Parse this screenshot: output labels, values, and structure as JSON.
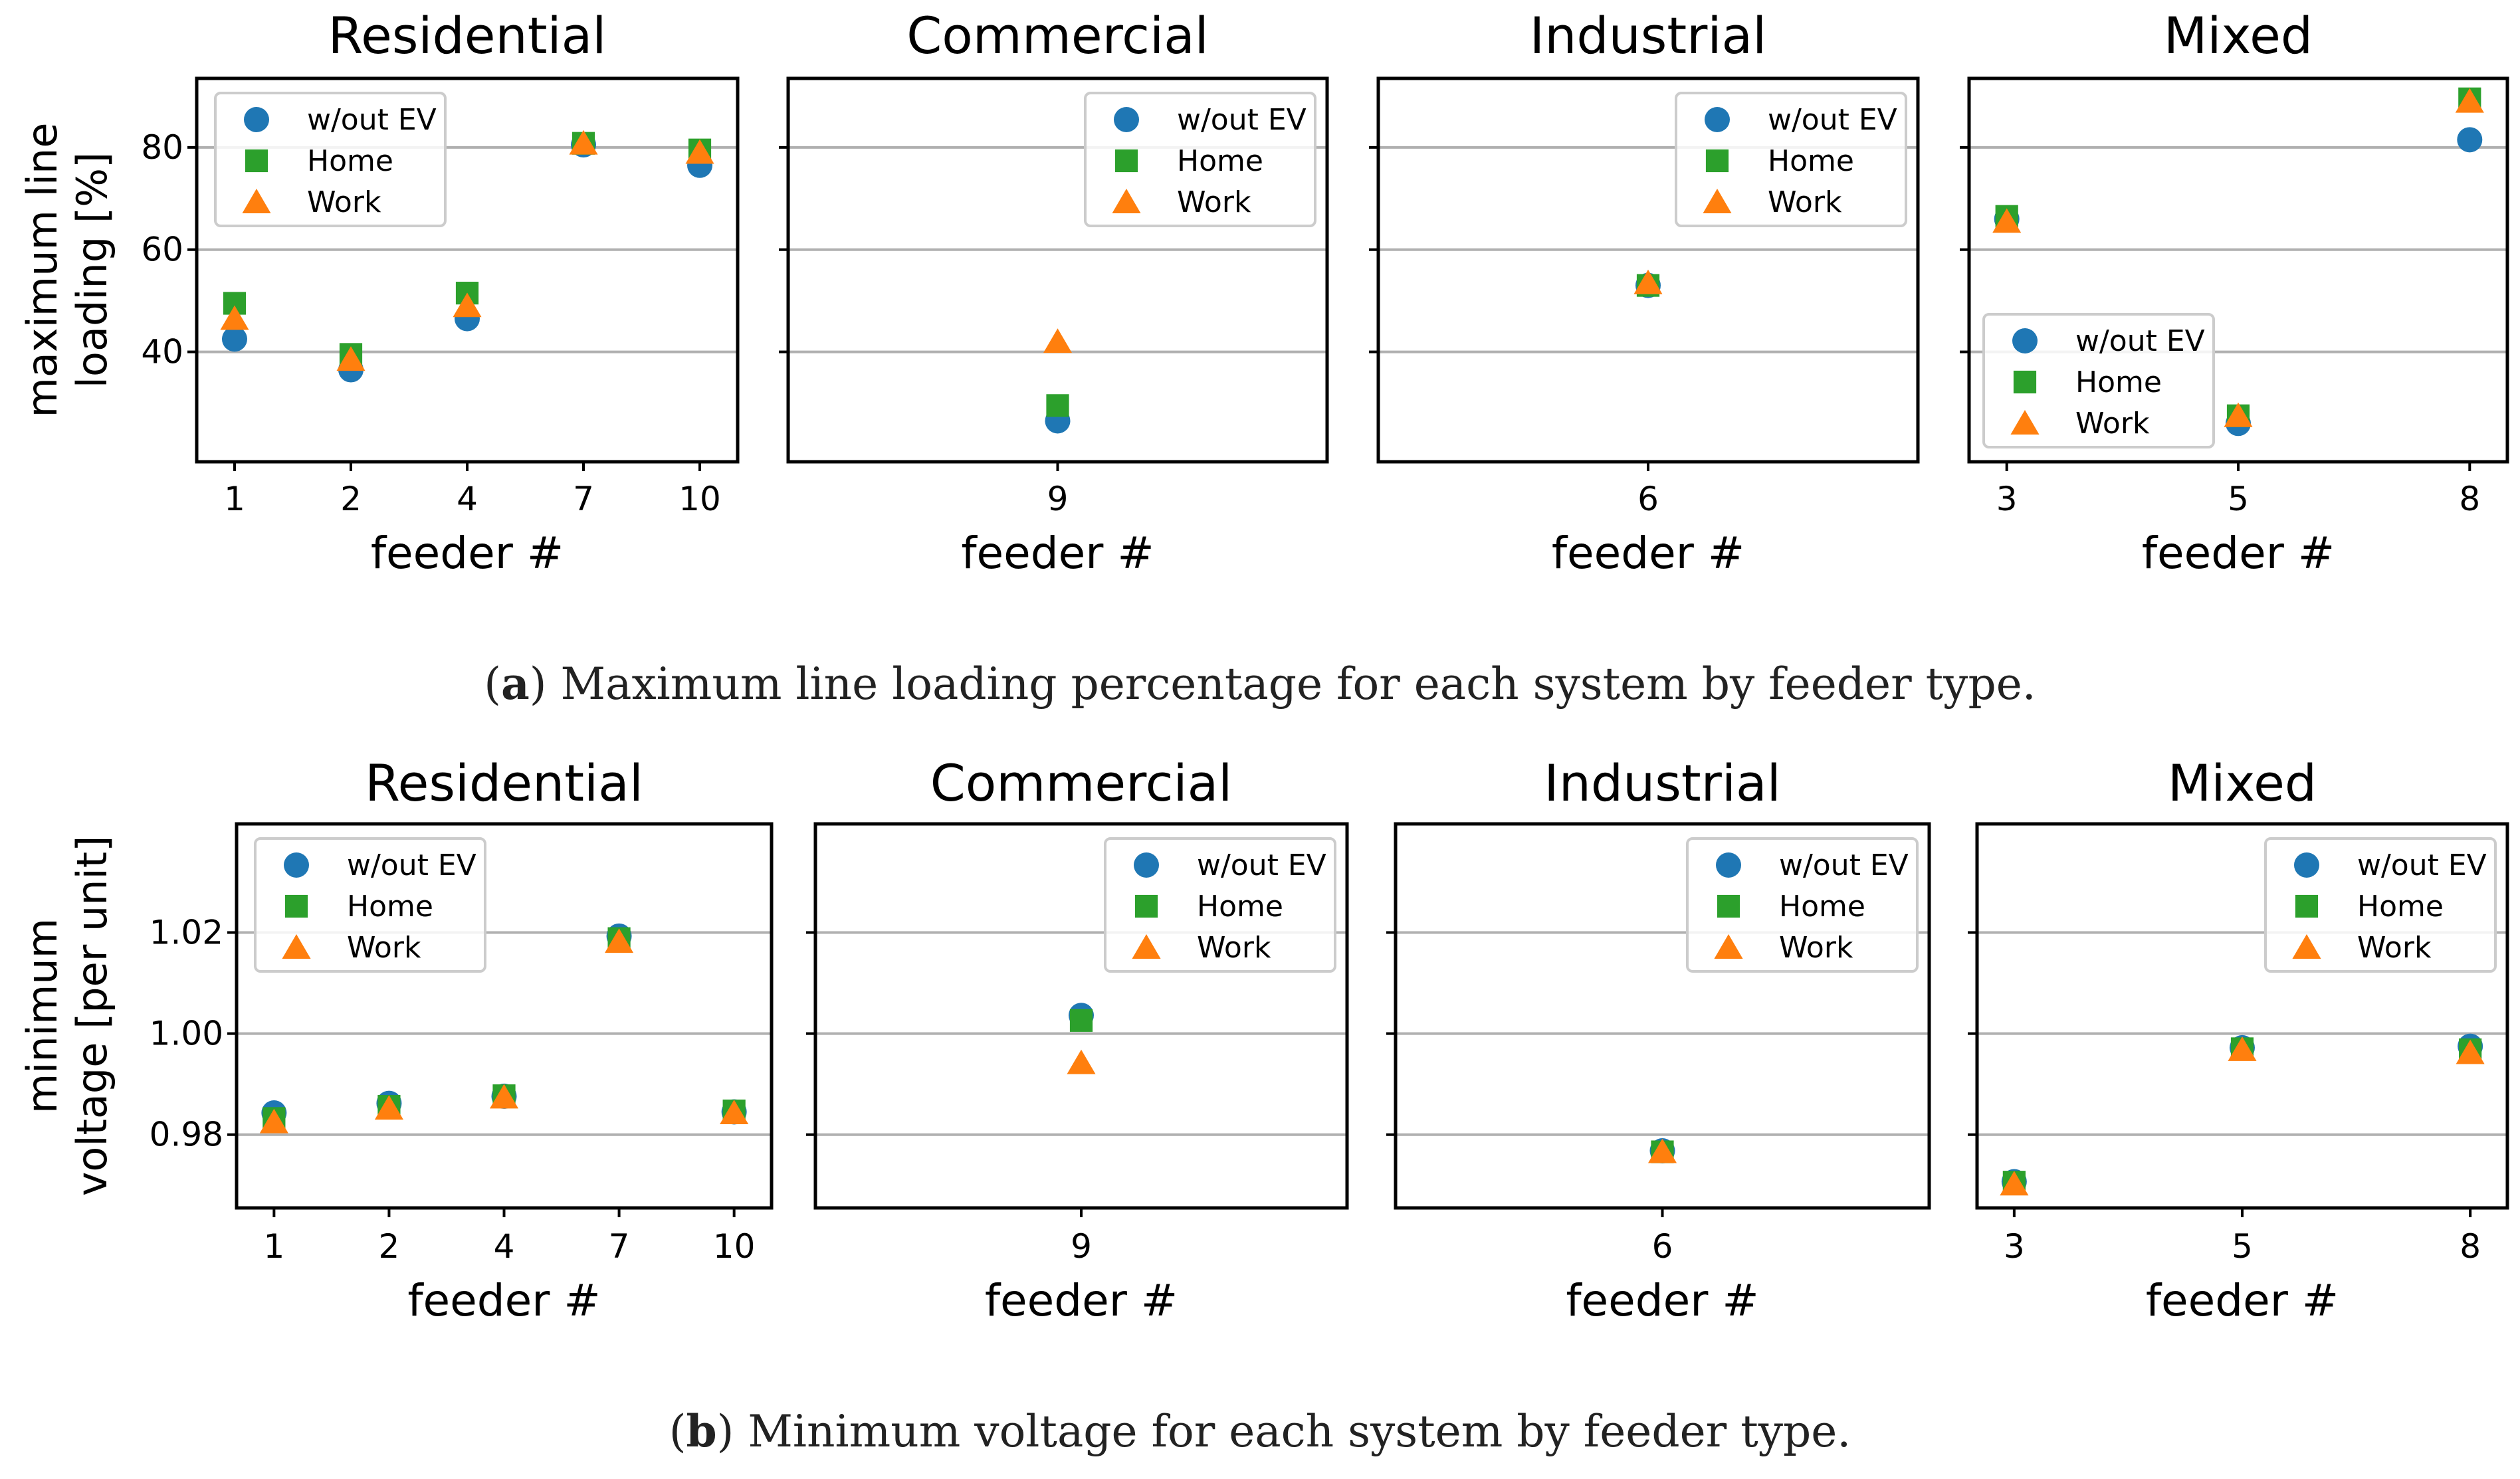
{
  "colors": {
    "wout_ev": "#1f77b4",
    "home": "#2ca02c",
    "work": "#ff7f0e",
    "grid": "#b0b0b0"
  },
  "legend_labels": [
    "w/out EV",
    "Home",
    "Work"
  ],
  "captions": {
    "a_letter": "a",
    "a_text": "Maximum line loading percentage for each system by feeder type.",
    "b_letter": "b",
    "b_text": "Minimum voltage for each system by feeder type."
  },
  "chart_data": [
    {
      "type": "scatter",
      "row": "a",
      "ylabel_lines": [
        "maximum line",
        "loading [%]"
      ],
      "yticks": [
        40,
        60,
        80
      ],
      "tick_labels": [
        "40",
        "60",
        "80"
      ],
      "ylim": [
        18.5,
        93.5
      ],
      "grid": "horizontal",
      "panels": [
        {
          "title": "Residential",
          "xlabel": "feeder #",
          "categories": [
            "1",
            "2",
            "4",
            "7",
            "10"
          ],
          "legend": "top-left",
          "series": [
            {
              "name": "w/out EV",
              "marker": "circle",
              "values": [
                42.5,
                36.5,
                46.5,
                80.5,
                76.5
              ]
            },
            {
              "name": "Home",
              "marker": "square",
              "values": [
                49.5,
                39.5,
                51.5,
                80.8,
                79.5
              ]
            },
            {
              "name": "Work",
              "marker": "triangle",
              "values": [
                46.5,
                38.5,
                49.0,
                80.8,
                79.0
              ]
            }
          ]
        },
        {
          "title": "Commercial",
          "xlabel": "feeder #",
          "categories": [
            "9"
          ],
          "legend": "top-right",
          "series": [
            {
              "name": "w/out EV",
              "marker": "circle",
              "values": [
                26.5
              ]
            },
            {
              "name": "Home",
              "marker": "square",
              "values": [
                29.5
              ]
            },
            {
              "name": "Work",
              "marker": "triangle",
              "values": [
                42.0
              ]
            }
          ]
        },
        {
          "title": "Industrial",
          "xlabel": "feeder #",
          "categories": [
            "6"
          ],
          "legend": "top-right",
          "series": [
            {
              "name": "w/out EV",
              "marker": "circle",
              "values": [
                53.0
              ]
            },
            {
              "name": "Home",
              "marker": "square",
              "values": [
                53.0
              ]
            },
            {
              "name": "Work",
              "marker": "triangle",
              "values": [
                53.5
              ]
            }
          ]
        },
        {
          "title": "Mixed",
          "xlabel": "feeder #",
          "categories": [
            "3",
            "5",
            "8"
          ],
          "legend": "bottom-left",
          "series": [
            {
              "name": "w/out EV",
              "marker": "circle",
              "values": [
                66.0,
                26.0,
                81.5
              ]
            },
            {
              "name": "Home",
              "marker": "square",
              "values": [
                66.5,
                27.5,
                89.5
              ]
            },
            {
              "name": "Work",
              "marker": "triangle",
              "values": [
                65.5,
                27.5,
                89.0
              ]
            }
          ]
        }
      ]
    },
    {
      "type": "scatter",
      "row": "b",
      "ylabel_lines": [
        "minimum",
        "voltage [per unit]"
      ],
      "yticks": [
        0.98,
        1.0,
        1.02
      ],
      "tick_labels": [
        "0.98",
        "1.00",
        "1.02"
      ],
      "ylim": [
        0.9655,
        1.0415
      ],
      "grid": "horizontal",
      "panels": [
        {
          "title": "Residential",
          "xlabel": "feeder #",
          "categories": [
            "1",
            "2",
            "4",
            "7",
            "10"
          ],
          "legend": "top-left",
          "series": [
            {
              "name": "w/out EV",
              "marker": "circle",
              "values": [
                0.9843,
                0.9862,
                0.9876,
                1.0193,
                0.9845
              ]
            },
            {
              "name": "Home",
              "marker": "square",
              "values": [
                0.9832,
                0.9856,
                0.9877,
                1.0188,
                0.9847
              ]
            },
            {
              "name": "Work",
              "marker": "triangle",
              "values": [
                0.9825,
                0.9852,
                0.9874,
                1.0182,
                0.9843
              ]
            }
          ]
        },
        {
          "title": "Commercial",
          "xlabel": "feeder #",
          "categories": [
            "9"
          ],
          "legend": "top-right",
          "series": [
            {
              "name": "w/out EV",
              "marker": "circle",
              "values": [
                1.0036
              ]
            },
            {
              "name": "Home",
              "marker": "square",
              "values": [
                1.0026
              ]
            },
            {
              "name": "Work",
              "marker": "triangle",
              "values": [
                0.9942
              ]
            }
          ]
        },
        {
          "title": "Industrial",
          "xlabel": "feeder #",
          "categories": [
            "6"
          ],
          "legend": "top-right",
          "series": [
            {
              "name": "w/out EV",
              "marker": "circle",
              "values": [
                0.9768
              ]
            },
            {
              "name": "Home",
              "marker": "square",
              "values": [
                0.9766
              ]
            },
            {
              "name": "Work",
              "marker": "triangle",
              "values": [
                0.9766
              ]
            }
          ]
        },
        {
          "title": "Mixed",
          "xlabel": "feeder #",
          "categories": [
            "3",
            "5",
            "8"
          ],
          "legend": "top-right",
          "series": [
            {
              "name": "w/out EV",
              "marker": "circle",
              "values": [
                0.9707,
                0.9972,
                0.9975
              ]
            },
            {
              "name": "Home",
              "marker": "square",
              "values": [
                0.9706,
                0.997,
                0.9968
              ]
            },
            {
              "name": "Work",
              "marker": "triangle",
              "values": [
                0.9702,
                0.9968,
                0.9962
              ]
            }
          ]
        }
      ]
    }
  ]
}
